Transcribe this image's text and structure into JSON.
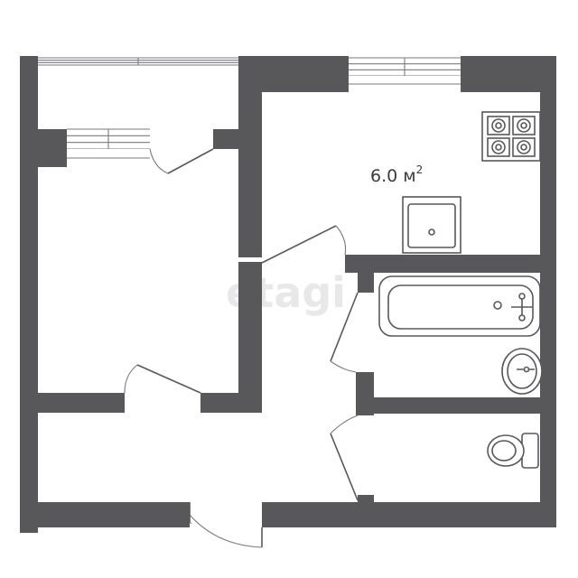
{
  "plan": {
    "rooms": [
      {
        "id": "kitchen",
        "area_value": "6.0",
        "area_unit": "м",
        "area_power": "2"
      }
    ],
    "watermark": "etagi",
    "colors": {
      "wall": "#58585a",
      "background": "#ffffff",
      "watermark": "#e8e8e8"
    }
  }
}
